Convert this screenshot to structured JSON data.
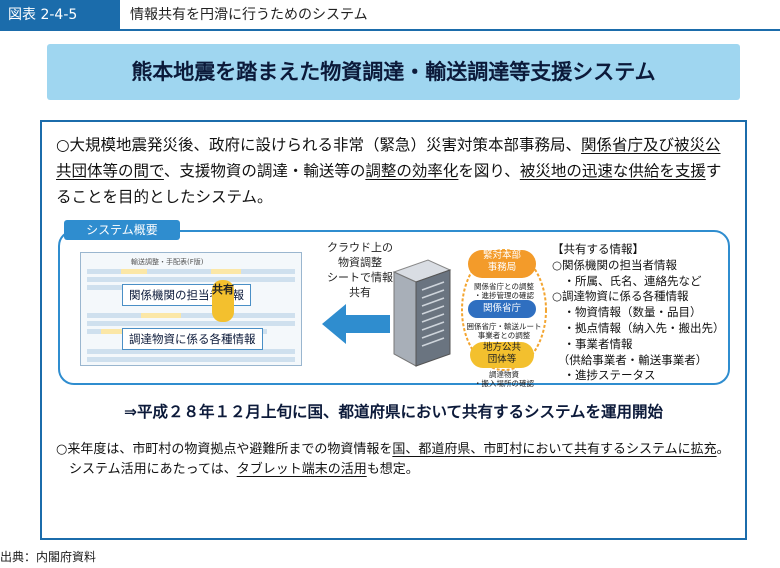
{
  "header": {
    "figure_no": "図表 2-4-5",
    "title": "情報共有を円滑に行うためのシステム"
  },
  "banner": "熊本地震を踏まえた物資調達・輸送調達等支援システム",
  "intro": {
    "p1": "○大規模地震発災後、政府に設けられる非常（緊急）災害対策本部事務局、",
    "u1": "関係省庁及び被災公共団体等の間で",
    "p2": "、支援物資の調達・輸送等の",
    "u2": "調整の効率化",
    "p3": "を図り、",
    "u3": "被災地の迅速な供給を支援",
    "p4": "することを目的としたシステム。"
  },
  "system": {
    "tab": "システム概要",
    "sheet_title": "輸送調整・手配表(F版)",
    "callout_top": "関係機関の担当者情報",
    "callout_bottom": "調達物資に係る各種情報",
    "shared_badge": "共有",
    "cloud_caption": [
      "クラウド上の",
      "物資調整",
      "シートで情報",
      "共有"
    ],
    "orgs": {
      "hq": "緊対本部\n事務局",
      "hq_note": "関係省庁との調整\n・進捗管理の確認",
      "ministries": "関係省庁",
      "ministries_note": "囲係省庁・輸送ルート\n事業者との調整",
      "local": "地方公共\n団体等",
      "local_note": "調達物資\n・搬入場所の確認"
    },
    "info": [
      "【共有する情報】",
      "○関係機関の担当者情報",
      "　・所属、氏名、連絡先など",
      "○調達物資に係る各種情報",
      "　・物資情報（数量・品目）",
      "　・拠点情報（納入先・搬出先）",
      "　・事業者情報",
      "　（供給事業者・輸送事業者）",
      "　・進捗ステータス"
    ]
  },
  "start_line": "⇒平成２８年１２月上旬に国、都道府県において共有するシステムを運用開始",
  "notes": {
    "n1a": "○来年度は、市町村の物資拠点や避難所までの物資情報を",
    "n1u": "国、都道府県、市町村において共有するシステムに拡充",
    "n1b": "。",
    "n2a": "　システム活用にあたっては、",
    "n2u": "タブレット端末の活用",
    "n2b": "も想定。"
  },
  "source": "出典：内閣府資料",
  "colors": {
    "brand": "#1b6cab",
    "banner": "#9fd6f0",
    "accent": "#f3c02e",
    "arrow": "#2f8dcf"
  }
}
